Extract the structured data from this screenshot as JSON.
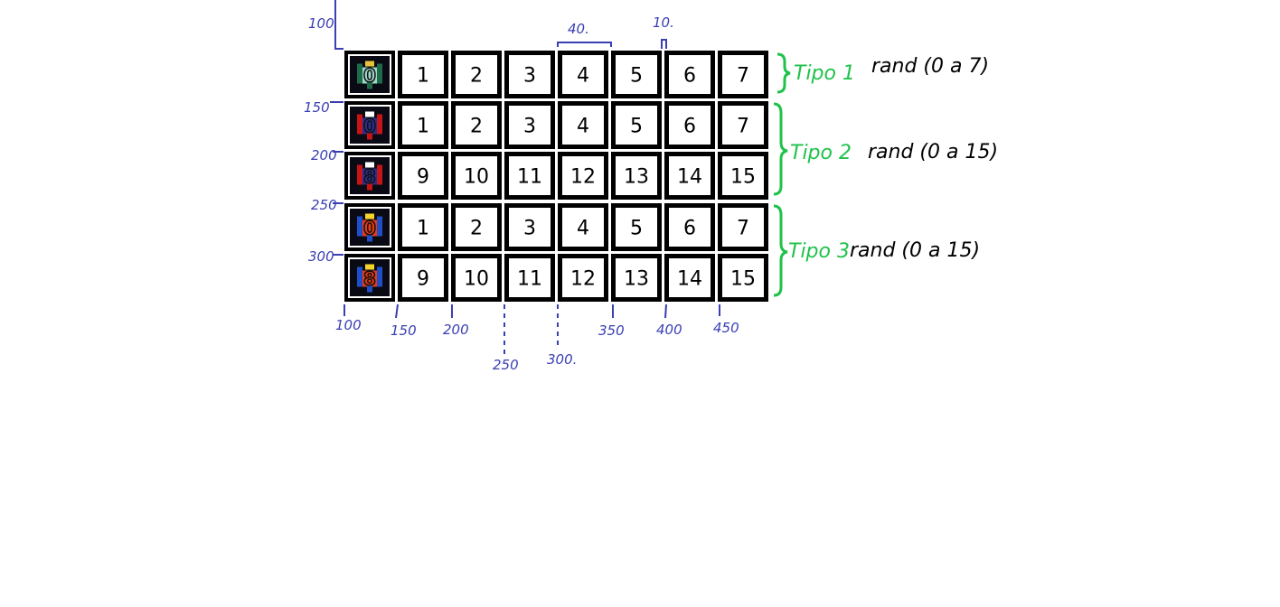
{
  "rows": [
    {
      "sprite": "enemy-tipo1-sprite",
      "sprite_colors": [
        "#1e6b4a",
        "#9fd6c8",
        "#e8c23a"
      ],
      "sprite_label": "0",
      "cells": [
        "1",
        "2",
        "3",
        "4",
        "5",
        "6",
        "7"
      ]
    },
    {
      "sprite": "enemy-tipo2-sprite-a",
      "sprite_colors": [
        "#c81414",
        "#2a2f8f",
        "#ffffff"
      ],
      "sprite_label": "0",
      "cells": [
        "1",
        "2",
        "3",
        "4",
        "5",
        "6",
        "7"
      ]
    },
    {
      "sprite": "enemy-tipo2-sprite-b",
      "sprite_colors": [
        "#c81414",
        "#2a2f8f",
        "#ffffff"
      ],
      "sprite_label": "8",
      "cells": [
        "9",
        "10",
        "11",
        "12",
        "13",
        "14",
        "15"
      ]
    },
    {
      "sprite": "enemy-tipo3-sprite-a",
      "sprite_colors": [
        "#1f4fc8",
        "#e83a12",
        "#f5d52a"
      ],
      "sprite_label": "0",
      "cells": [
        "1",
        "2",
        "3",
        "4",
        "5",
        "6",
        "7"
      ]
    },
    {
      "sprite": "enemy-tipo3-sprite-b",
      "sprite_colors": [
        "#1f4fc8",
        "#e83a12",
        "#f5d52a"
      ],
      "sprite_label": "8",
      "cells": [
        "9",
        "10",
        "11",
        "12",
        "13",
        "14",
        "15"
      ]
    }
  ],
  "groups": [
    {
      "tipo": "Tipo 1",
      "rand": "rand (0 a 7)"
    },
    {
      "tipo": "Tipo 2",
      "rand": "rand (0 a 15)"
    },
    {
      "tipo": "Tipo 3",
      "rand": "rand (0 a 15)"
    }
  ],
  "top_labels": {
    "left": "100",
    "width": "40.",
    "gap": "10."
  },
  "y_labels": [
    "150",
    "200",
    "250",
    "300"
  ],
  "x_labels": [
    "100",
    "150",
    "200",
    "250",
    "300.",
    "350",
    "400",
    "450"
  ],
  "colors": {
    "measure": "#3a3fb3",
    "tipo": "#1fc24a",
    "text": "#000000"
  }
}
